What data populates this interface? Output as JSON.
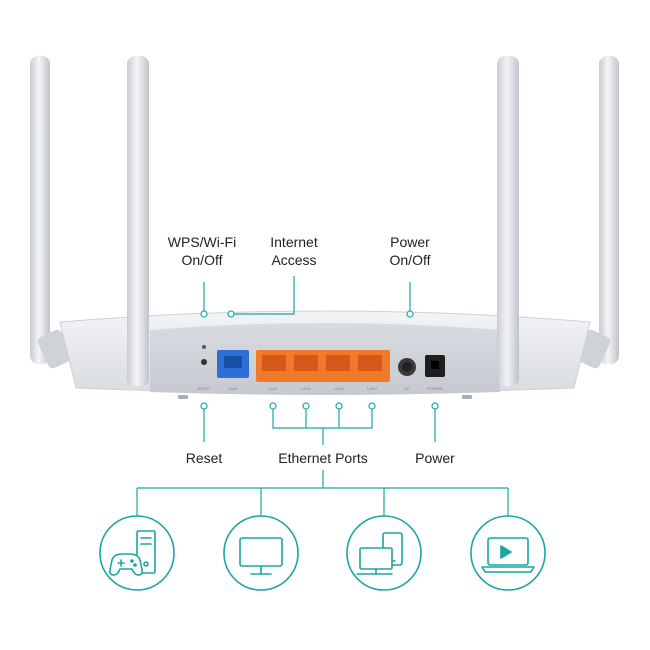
{
  "callouts_top": {
    "wps": {
      "line1": "WPS/Wi-Fi",
      "line2": "On/Off"
    },
    "internet": {
      "line1": "Internet",
      "line2": "Access"
    },
    "power_switch": {
      "line1": "Power",
      "line2": "On/Off"
    }
  },
  "callouts_bottom": {
    "reset": "Reset",
    "ethernet": "Ethernet Ports",
    "power": "Power"
  },
  "port_labels": {
    "reset": "RESET",
    "wan": "WAN",
    "lan1": "LAN1",
    "lan2": "LAN2",
    "lan3": "LAN3",
    "lan4": "LAN4",
    "onoff": "I/O",
    "power": "POWER"
  },
  "devices": [
    {
      "icon": "gaming-pc-icon"
    },
    {
      "icon": "monitor-icon"
    },
    {
      "icon": "laptop-tablet-icon"
    },
    {
      "icon": "media-laptop-icon"
    }
  ],
  "colors": {
    "accent": "#1aa7a4",
    "wan_port": "#2d6fd6",
    "lan_port": "#f07a2a",
    "router_body": "#e9ebee"
  }
}
